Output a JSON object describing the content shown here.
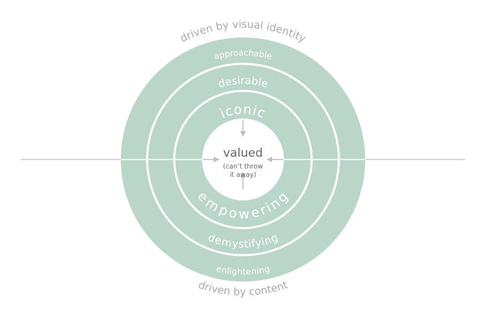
{
  "colors": {
    "ring": "#b9d6c8",
    "divider": "#ffffff",
    "axis": "#c8c8c8",
    "arrow": "#bdbdbd",
    "center_text": "#666666",
    "outer_text": "#a8a8a8"
  },
  "top_caption": "driven by visual identity",
  "bottom_caption": "driven by content",
  "rings": {
    "outer": {
      "top": "approachable",
      "bottom": "enlightening"
    },
    "middle": {
      "top": "desirable",
      "bottom": "demystifying"
    },
    "inner": {
      "top": "iconic",
      "bottom": "empowering"
    }
  },
  "center": {
    "title": "valued",
    "subtitle_line1": "(can’t throw",
    "subtitle_line2": "it away)"
  }
}
